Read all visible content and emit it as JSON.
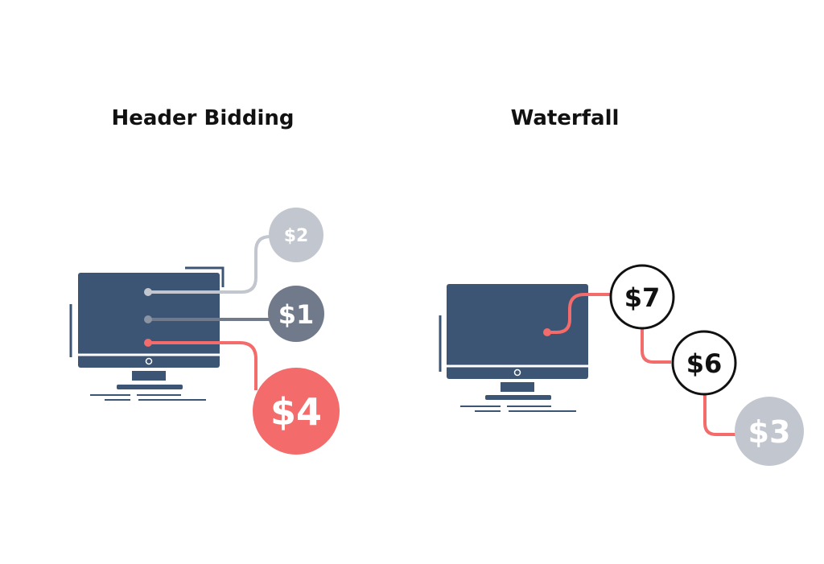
{
  "header_bidding": {
    "title": "Header Bidding",
    "bids": [
      {
        "label": "$2",
        "status": "losing-bid",
        "color": "#c2c6cf"
      },
      {
        "label": "$1",
        "status": "losing-bid",
        "color": "#707a8a"
      },
      {
        "label": "$4",
        "status": "winning-bid",
        "color": "#f36b6b"
      }
    ]
  },
  "waterfall": {
    "title": "Waterfall",
    "bids": [
      {
        "label": "$7",
        "status": "outlined",
        "color": "#111111"
      },
      {
        "label": "$6",
        "status": "outlined",
        "color": "#111111"
      },
      {
        "label": "$3",
        "status": "filled",
        "color": "#c2c6cf"
      }
    ]
  },
  "colors": {
    "monitor": "#3d5574",
    "accent": "#f36b6b",
    "light_gray": "#c2c6cf",
    "mid_gray": "#707a8a",
    "text": "#111111"
  },
  "icons": [
    "monitor-icon",
    "monitor-icon"
  ]
}
